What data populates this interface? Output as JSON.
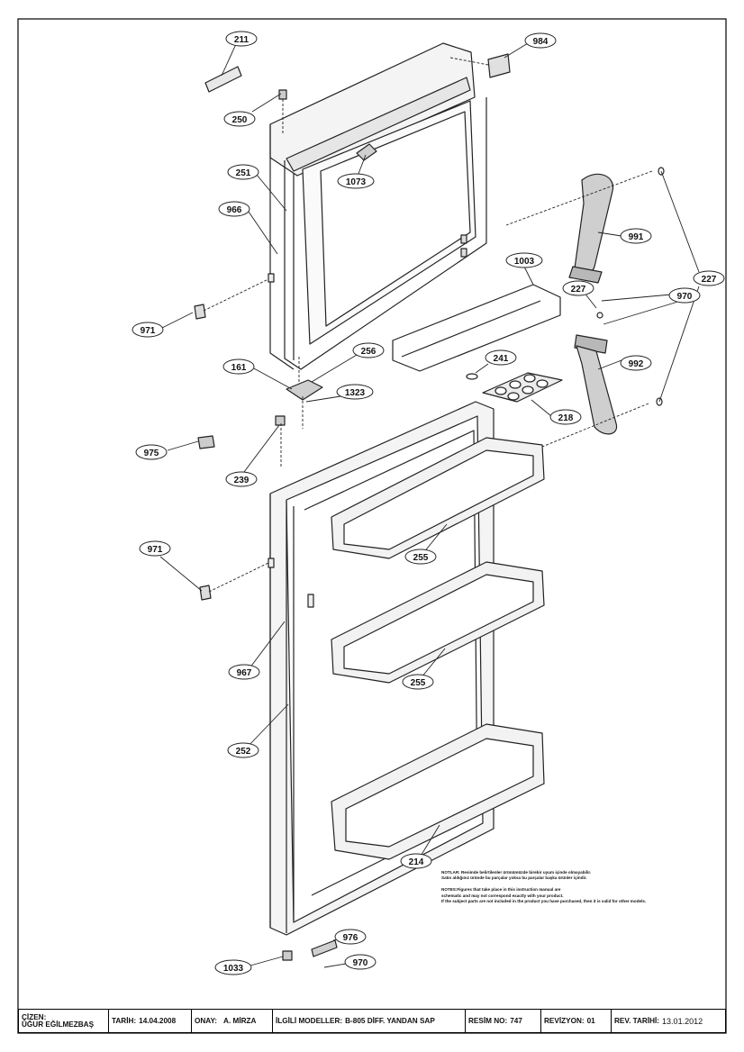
{
  "callouts": {
    "c211": "211",
    "c984": "984",
    "c250": "250",
    "c1073": "1073",
    "c251": "251",
    "c966": "966",
    "c991": "991",
    "c1003": "1003",
    "c227a": "227",
    "c227b": "227",
    "c970a": "970",
    "c971a": "971",
    "c161": "161",
    "c256": "256",
    "c241": "241",
    "c992": "992",
    "c1323": "1323",
    "c218": "218",
    "c975": "975",
    "c239": "239",
    "c971b": "971",
    "c255a": "255",
    "c967": "967",
    "c255b": "255",
    "c252": "252",
    "c214": "214",
    "c976": "976",
    "c1033": "1033",
    "c970b": "970"
  },
  "notes": {
    "tr_1": "NOTLAR: Resimde belirtilenler ürünümüzde birebir uyum içinde olmayabilir.",
    "tr_2": "Satın aldığınız üründe bu parçalar yoksa bu parçalar başka ürünler içindir.",
    "en_1": "NOTES:Figures that take place in this instruction manual are",
    "en_2": "schematic and may not correspond exactly with your product.",
    "en_3": "If the subject parts are not included in the product you have purchased, then it is valid for other models."
  },
  "titleblock": {
    "drawn_label": "ÇİZEN:",
    "drawn_value": "ÜĞUR EĞİLMEZBAŞ",
    "date_label": "TARİH:",
    "date_value": "14.04.2008",
    "approved_label": "ONAY:",
    "approved_value": "A. MİRZA",
    "models_label": "İLGİLİ MODELLER:",
    "models_value": "B-805 DİFF. YANDAN SAP",
    "drawing_no_label": "RESİM NO:",
    "drawing_no_value": "747",
    "revision_label": "REVİZYON:",
    "revision_value": "01",
    "rev_date_label": "REV. TARİHİ:",
    "rev_date_value": "13.01.2012"
  }
}
